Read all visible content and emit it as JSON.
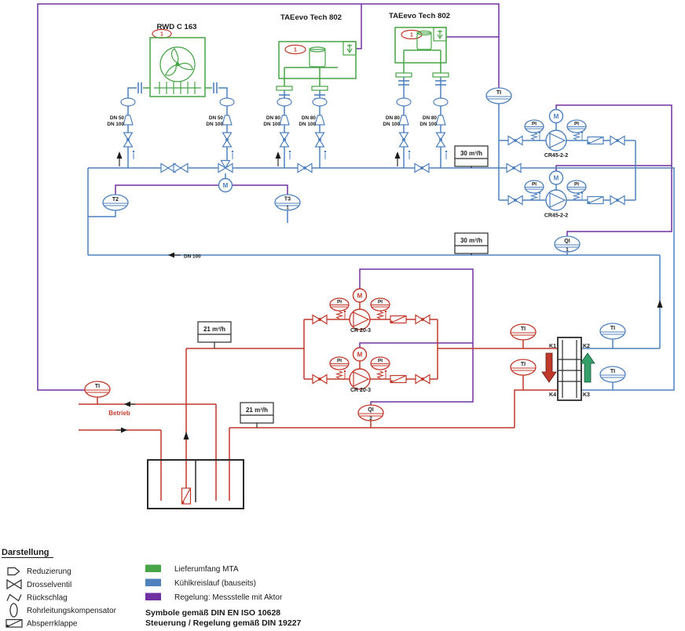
{
  "colors": {
    "green": "#47a447",
    "blue": "#4f81bd",
    "purple": "#7030a0",
    "red": "#c0392b",
    "black": "#2b2b2b"
  },
  "labels": {
    "m": "M",
    "tag": "1"
  },
  "equipment": {
    "drycooler": "RWD C 163",
    "chiller": "TAEevo Tech 802"
  },
  "pumps": {
    "cr45": "CR45-2-2",
    "cr20": "CR 20-3"
  },
  "instruments": {
    "t2": "T2",
    "t3": "T3",
    "t3_num": "1",
    "ti": "TI",
    "pi": "PI",
    "qi": "QI",
    "qi1_num": "1",
    "qi2_num": "2"
  },
  "flows": {
    "f30": "30 m³/h",
    "f21": "21 m³/h"
  },
  "pipes": {
    "dn50": "DN 50",
    "dn80": "DN 80",
    "dn100": "DN 100",
    "betrieb": "Betrieb"
  },
  "hx": {
    "k1": "K1",
    "k2": "K2",
    "k3": "K3",
    "k4": "K4"
  },
  "legend": {
    "title": "Darstellung",
    "symbols": [
      "Reduzierung",
      "Drosselventil",
      "Rückschlag",
      "Rohrleitungskompensator",
      "Absperrklappe"
    ],
    "colors": [
      {
        "label": "Lieferumfang MTA",
        "hex": "#47a447"
      },
      {
        "label": "Kühlkreislauf (bauseits)",
        "hex": "#4f81bd"
      },
      {
        "label": "Regelung: Messstelle mit Aktor",
        "hex": "#7030a0"
      }
    ],
    "notes": [
      "Symbole gemäß DIN EN ISO 10628",
      "Steuerung / Regelung gemäß DIN 19227"
    ]
  }
}
